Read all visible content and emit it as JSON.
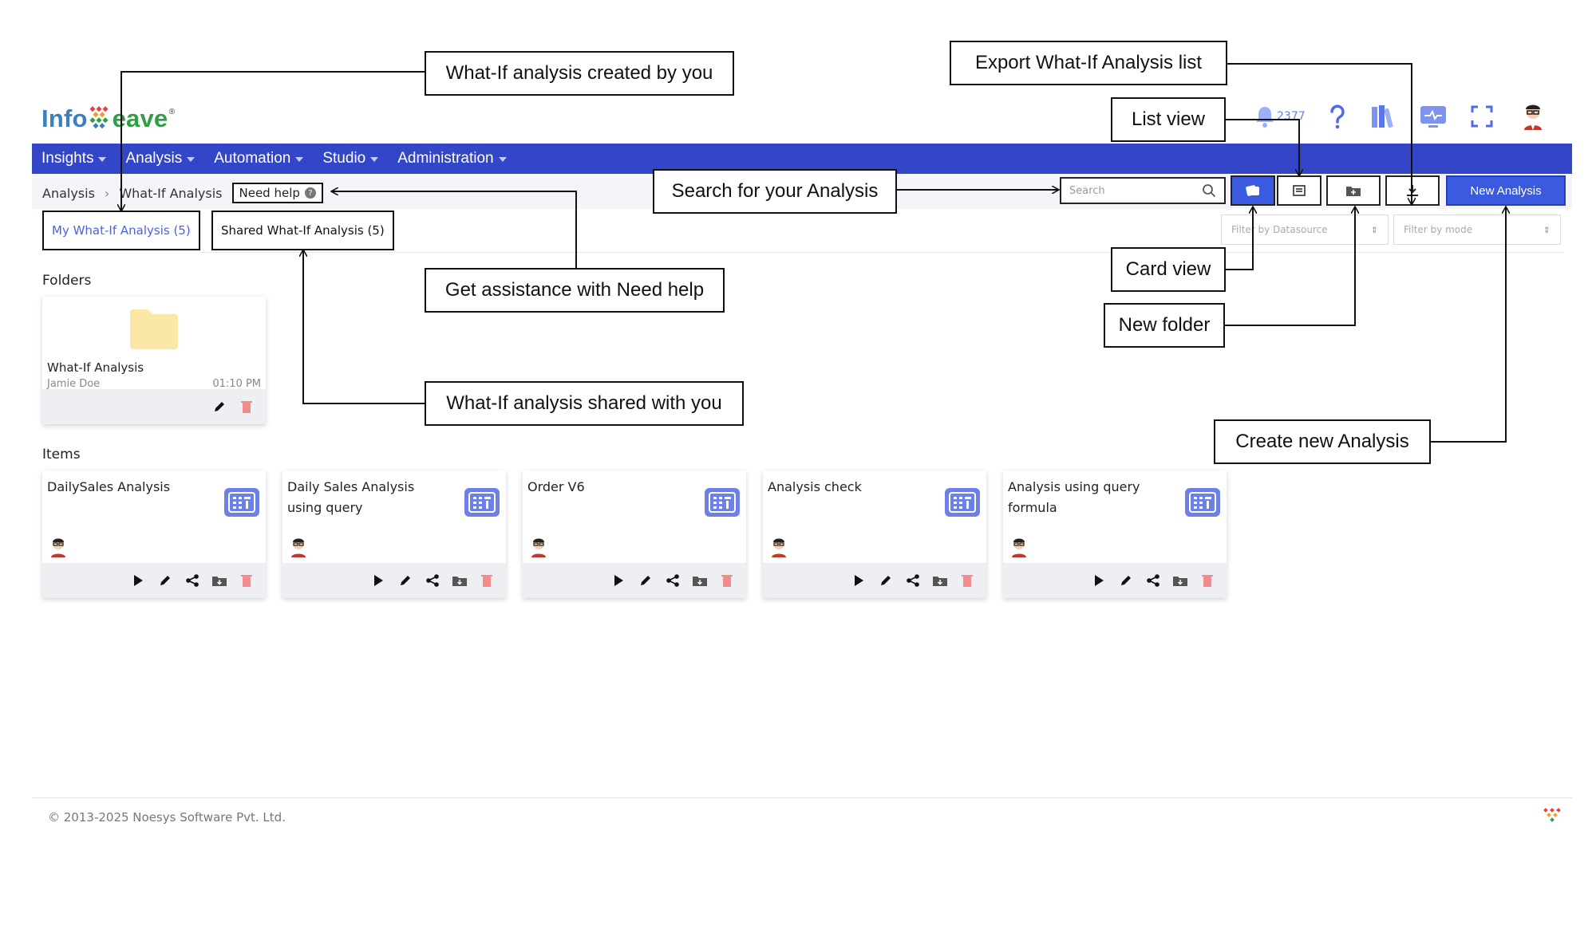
{
  "brand": {
    "name_prefix": "Info",
    "name_suffix": "eave",
    "registered": "®"
  },
  "header": {
    "notification_count": "2377"
  },
  "nav": {
    "items": [
      "Insights",
      "Analysis",
      "Automation",
      "Studio",
      "Administration"
    ]
  },
  "breadcrumb": {
    "items": [
      "Analysis",
      "What-If Analysis"
    ],
    "need_help": "Need help"
  },
  "search": {
    "placeholder": "Search"
  },
  "toolbar": {
    "new_analysis": "New Analysis"
  },
  "tabs": {
    "mine": "My What-If Analysis (5)",
    "shared": "Shared What-If Analysis (5)"
  },
  "filters": {
    "datasource": "Filter by Datasource",
    "mode": "Filter by mode"
  },
  "folders": {
    "title": "Folders",
    "items": [
      {
        "name": "What-If Analysis",
        "owner": "Jamie Doe",
        "time": "01:10 PM"
      }
    ]
  },
  "items": {
    "title": "Items",
    "cards": [
      {
        "title": "DailySales Analysis"
      },
      {
        "title": "Daily Sales Analysis using query"
      },
      {
        "title": "Order V6"
      },
      {
        "title": "Analysis check"
      },
      {
        "title": "Analysis using query formula"
      }
    ]
  },
  "callouts": {
    "created_by_you": "What-If analysis created by you",
    "export_list": "Export What-If Analysis list",
    "list_view": "List view",
    "search_analysis": "Search for your Analysis",
    "need_help": "Get assistance with Need help",
    "card_view": "Card view",
    "new_folder": "New folder",
    "shared_with_you": "What-If analysis shared with you",
    "create_new": "Create new Analysis"
  },
  "footer": {
    "copyright": "© 2013-2025 Noesys Software Pvt. Ltd."
  },
  "colors": {
    "nav": "#3346c8",
    "accent": "#3a5be0",
    "folder": "#fbe8a6",
    "delete": "#f28b8b"
  }
}
